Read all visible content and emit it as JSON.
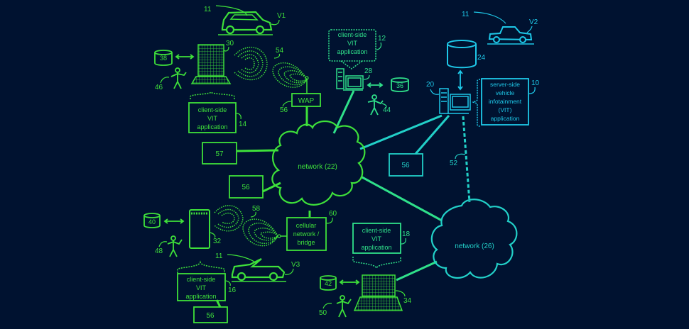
{
  "background": "#001230",
  "colors": {
    "green": "#3ee03a",
    "mid": "#2fe08a",
    "teal": "#22d0c8",
    "cyan": "#1ec8e8"
  },
  "vehicles": [
    {
      "id": "v1",
      "ref": "11",
      "label": "V1",
      "type": "suv"
    },
    {
      "id": "v2",
      "ref": "11",
      "label": "V2",
      "type": "pickup"
    },
    {
      "id": "v3",
      "ref": "11",
      "label": "V3",
      "type": "convertible"
    }
  ],
  "apps": {
    "client14": {
      "lines": [
        "client-side",
        "VIT",
        "application"
      ],
      "ref": "14"
    },
    "client12": {
      "lines": [
        "client-side",
        "VIT",
        "application"
      ],
      "ref": "12"
    },
    "client16": {
      "lines": [
        "client-side",
        "VIT",
        "application"
      ],
      "ref": "16"
    },
    "client18": {
      "lines": [
        "client-side",
        "VIT",
        "application"
      ],
      "ref": "18"
    },
    "server10": {
      "lines": [
        "server-side",
        "vehicle",
        "infotainment",
        "(VIT)",
        "application"
      ],
      "ref": "10"
    }
  },
  "devices": {
    "laptop30": {
      "ref": "30"
    },
    "desktop28": {
      "ref": "28"
    },
    "server20": {
      "ref": "20"
    },
    "phone32": {
      "ref": "32"
    },
    "laptop34": {
      "ref": "34"
    }
  },
  "databases": {
    "db38": "38",
    "db36": "36",
    "db24": "24",
    "db40": "40",
    "db42": "42"
  },
  "users": {
    "u46": "46",
    "u44": "44",
    "u48": "48",
    "u50": "50"
  },
  "networks": {
    "n22": "network (22)",
    "n26": "network (26)"
  },
  "boxes": {
    "wap": {
      "label": "WAP",
      "ref": "56"
    },
    "cellular": {
      "lines": [
        "cellular",
        "network /",
        "bridge"
      ],
      "ref": "60"
    },
    "b57": "57",
    "b56_left": "56",
    "b56_right": "56",
    "b56_bottom": "56"
  },
  "signals": {
    "s54": "54",
    "s58": "58"
  },
  "links": {
    "l52": "52"
  }
}
